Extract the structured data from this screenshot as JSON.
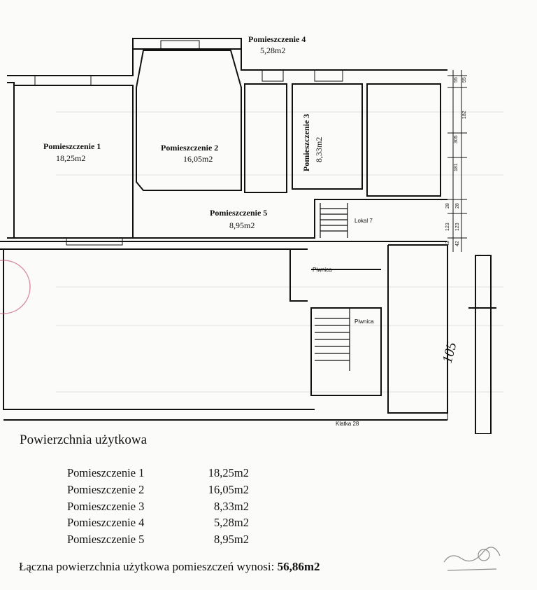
{
  "plan": {
    "rooms": [
      {
        "name": "Pomieszczenie 1",
        "area": "18,25m2"
      },
      {
        "name": "Pomieszczenie 2",
        "area": "16,05m2"
      },
      {
        "name": "Pomieszczenie 3",
        "area": "8,33m2"
      },
      {
        "name": "Pomieszczenie 4",
        "area": "5,28m2"
      },
      {
        "name": "Pomieszczenie 5",
        "area": "8,95m2"
      }
    ],
    "lokal_label": "Lokal 7",
    "piwnica_label": "Piwnica",
    "klatka_label": "Klatka 28",
    "dimension_105": "105",
    "dims": [
      "55",
      "55",
      "182",
      "305",
      "181",
      "28",
      "28",
      "123",
      "123",
      "42",
      "42"
    ]
  },
  "summary": {
    "title": "Powierzchnia użytkowa",
    "rows": [
      {
        "name": "Pomieszczenie 1",
        "area": "18,25m2"
      },
      {
        "name": "Pomieszczenie 2",
        "area": "16,05m2"
      },
      {
        "name": "Pomieszczenie 3",
        "area": "8,33m2"
      },
      {
        "name": "Pomieszczenie 4",
        "area": "5,28m2"
      },
      {
        "name": "Pomieszczenie 5",
        "area": "8,95m2"
      }
    ],
    "total_label": "Łączna powierzchnia użytkowa pomieszczeń wynosi:",
    "total_value": "56,86m2"
  }
}
